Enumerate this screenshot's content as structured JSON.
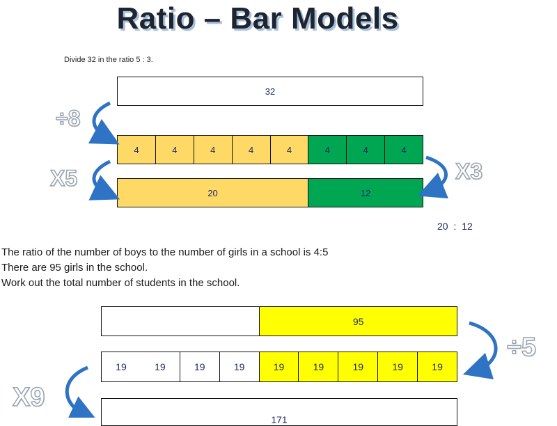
{
  "title": "Ratio – Bar Models",
  "example1": {
    "instruction": "Divide 32 in the ratio 5 : 3.",
    "total": "32",
    "parts": [
      "4",
      "4",
      "4",
      "4",
      "4",
      "4",
      "4",
      "4"
    ],
    "combined": [
      "20",
      "12"
    ],
    "op_divide": "÷8",
    "op_left": "X5",
    "op_right": "X3",
    "answer": "20 : 12"
  },
  "example2": {
    "question_lines": [
      "The ratio of the number of boys to the number of girls in a school is 4:5",
      "There are 95 girls in the school.",
      "Work out the total number of students in the school."
    ],
    "girls_total": "95",
    "parts": [
      "19",
      "19",
      "19",
      "19",
      "19",
      "19",
      "19",
      "19",
      "19"
    ],
    "op_divide": "÷5",
    "op_multiply": "X9",
    "result": "171"
  },
  "colors": {
    "boys_part": "#ffd966",
    "girls_part": "#00a651",
    "highlight": "#ffff00",
    "arrow": "#2e73c4"
  }
}
